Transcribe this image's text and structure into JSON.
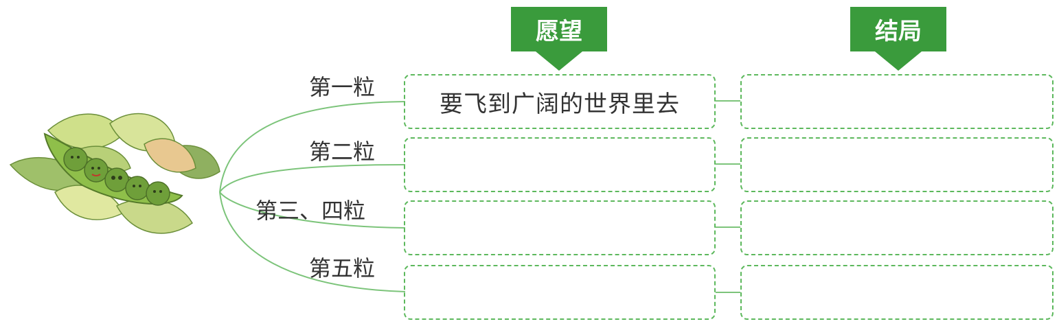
{
  "headers": {
    "wish": "愿望",
    "outcome": "结局"
  },
  "rows": [
    {
      "label": "第一粒",
      "wish": "要飞到广阔的世界里去",
      "outcome": ""
    },
    {
      "label": "第二粒",
      "wish": "",
      "outcome": ""
    },
    {
      "label": "第三、四粒",
      "wish": "",
      "outcome": ""
    },
    {
      "label": "第五粒",
      "wish": "",
      "outcome": ""
    }
  ],
  "colors": {
    "accent": "#3a9b3c",
    "dashed_border": "#5cb85c",
    "connector_line": "#7cc47a",
    "leaf": "#a8c96a",
    "pea": "#6f9f3a"
  },
  "icons": [
    "pea-pod-illustration-icon"
  ]
}
